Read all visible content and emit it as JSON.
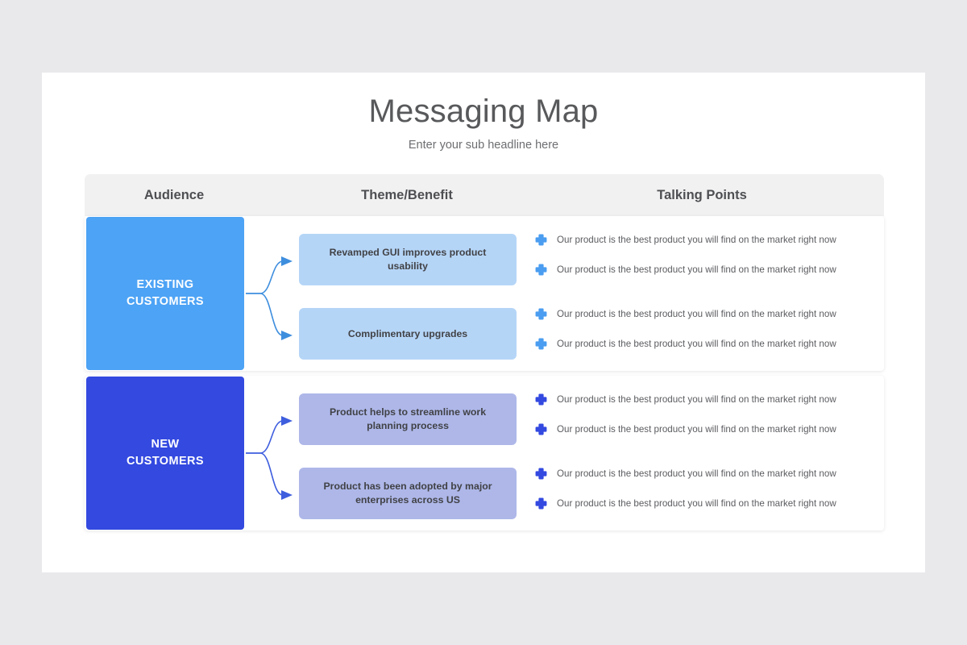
{
  "slide": {
    "title": "Messaging Map",
    "subtitle": "Enter your sub headline here"
  },
  "headers": {
    "audience": "Audience",
    "theme": "Theme/Benefit",
    "talking": "Talking Points"
  },
  "colors": {
    "page_background": "#e9e9eb",
    "slide_background": "#ffffff",
    "header_bar": "#f1f1f2",
    "title_text": "#58595b",
    "row0_audience": "#4da3f5",
    "row0_theme": "#b5d5f7",
    "row0_icon": "#4a9df0",
    "row1_audience": "#3349e0",
    "row1_theme": "#aeb7e8",
    "row1_icon": "#3349e0",
    "connector": "#3e8ede"
  },
  "rows": [
    {
      "audience": "EXISTING\nCUSTOMERS",
      "audience_line1": "EXISTING",
      "audience_line2": "CUSTOMERS",
      "audience_color": "#4da3f5",
      "theme_color": "#b5d5f7",
      "icon_color": "#4a9df0",
      "themes": [
        "Revamped GUI improves product usability",
        "Complimentary upgrades"
      ],
      "talking_points": [
        "Our product is the best product you will find on the market right now",
        "Our product is the best product you will find on the market right now",
        "Our product is the best product you will find on the market right now",
        "Our product is the best product you will find on the market right now"
      ]
    },
    {
      "audience": "NEW\nCUSTOMERS",
      "audience_line1": "NEW",
      "audience_line2": "CUSTOMERS",
      "audience_color": "#3349e0",
      "theme_color": "#aeb7e8",
      "icon_color": "#3349e0",
      "themes": [
        "Product helps to streamline work planning process",
        "Product has been adopted by major enterprises across US"
      ],
      "talking_points": [
        "Our product is the best product you will find on the market right now",
        "Our product is the best product you will find on the market right now",
        "Our product is the best product you will find on the market right now",
        "Our product is the best product you will find on the market right now"
      ]
    }
  ],
  "icons": {
    "bullet": "plus-icon",
    "connector": "branch-arrow-icon"
  }
}
